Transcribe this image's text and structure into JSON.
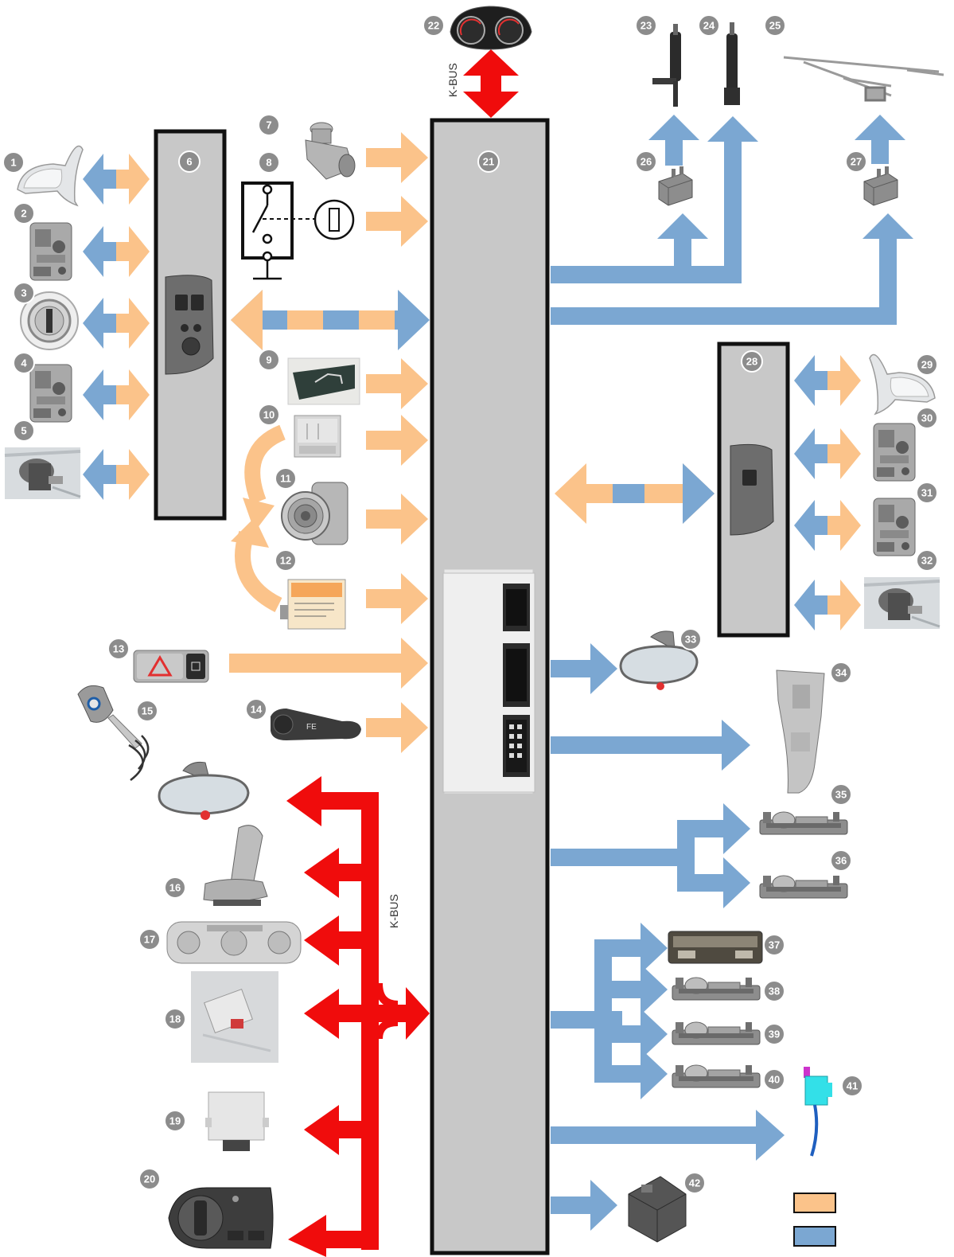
{
  "colors": {
    "orange": "#fbc38a",
    "blue": "#7ba7d2",
    "red": "#f00c0c",
    "module_gray": "#c8c8c8",
    "badge_gray": "#8c8c8c",
    "outline": "#111111"
  },
  "central_module": {
    "number": "21"
  },
  "driver_door_module": {
    "number": "6"
  },
  "passenger_door_module": {
    "number": "28"
  },
  "kbus_labels": {
    "top": "K-BUS",
    "bottom": "K-BUS"
  },
  "components": [
    {
      "number": "1",
      "icon": "exterior-mirror-icon"
    },
    {
      "number": "2",
      "icon": "door-lock-icon"
    },
    {
      "number": "3",
      "icon": "lock-cylinder-icon"
    },
    {
      "number": "4",
      "icon": "door-lock-icon"
    },
    {
      "number": "5",
      "icon": "window-motor-icon"
    },
    {
      "number": "7",
      "icon": "door-contact-switch-icon"
    },
    {
      "number": "8",
      "icon": "bonnet-switch-icon"
    },
    {
      "number": "9",
      "icon": "tailgate-button-icon"
    },
    {
      "number": "10",
      "icon": "tilt-sensor-icon"
    },
    {
      "number": "11",
      "icon": "alarm-siren-icon"
    },
    {
      "number": "12",
      "icon": "ultrasonic-module-icon"
    },
    {
      "number": "13",
      "icon": "hazard-switch-icon"
    },
    {
      "number": "14",
      "icon": "wiper-stalk-icon"
    },
    {
      "number": "15",
      "icon": "remote-key-icon"
    },
    {
      "number": "16",
      "icon": "seat-module-icon"
    },
    {
      "number": "17",
      "icon": "climate-control-icon"
    },
    {
      "number": "18",
      "icon": "control-unit-icon"
    },
    {
      "number": "19",
      "icon": "control-unit-icon"
    },
    {
      "number": "20",
      "icon": "light-switch-icon"
    },
    {
      "number": "22",
      "icon": "instrument-cluster-icon"
    },
    {
      "number": "23",
      "icon": "washer-pump-icon"
    },
    {
      "number": "24",
      "icon": "washer-pump-icon"
    },
    {
      "number": "25",
      "icon": "wiper-linkage-icon"
    },
    {
      "number": "26",
      "icon": "relay-icon"
    },
    {
      "number": "27",
      "icon": "relay-icon"
    },
    {
      "number": "29",
      "icon": "exterior-mirror-icon"
    },
    {
      "number": "30",
      "icon": "door-lock-icon"
    },
    {
      "number": "31",
      "icon": "door-lock-icon"
    },
    {
      "number": "32",
      "icon": "window-motor-icon"
    },
    {
      "number": "33",
      "icon": "interior-mirror-icon"
    },
    {
      "number": "34",
      "icon": "center-console-icon"
    },
    {
      "number": "35",
      "icon": "interior-light-icon"
    },
    {
      "number": "36",
      "icon": "interior-light-icon"
    },
    {
      "number": "37",
      "icon": "interior-light-icon"
    },
    {
      "number": "38",
      "icon": "interior-light-icon"
    },
    {
      "number": "39",
      "icon": "interior-light-icon"
    },
    {
      "number": "40",
      "icon": "interior-light-icon"
    },
    {
      "number": "41",
      "icon": "fuel-flap-actuator-icon"
    },
    {
      "number": "42",
      "icon": "horn-icon"
    }
  ],
  "legend": [
    {
      "color": "#fbc38a",
      "label": ""
    },
    {
      "color": "#7ba7d2",
      "label": ""
    }
  ]
}
